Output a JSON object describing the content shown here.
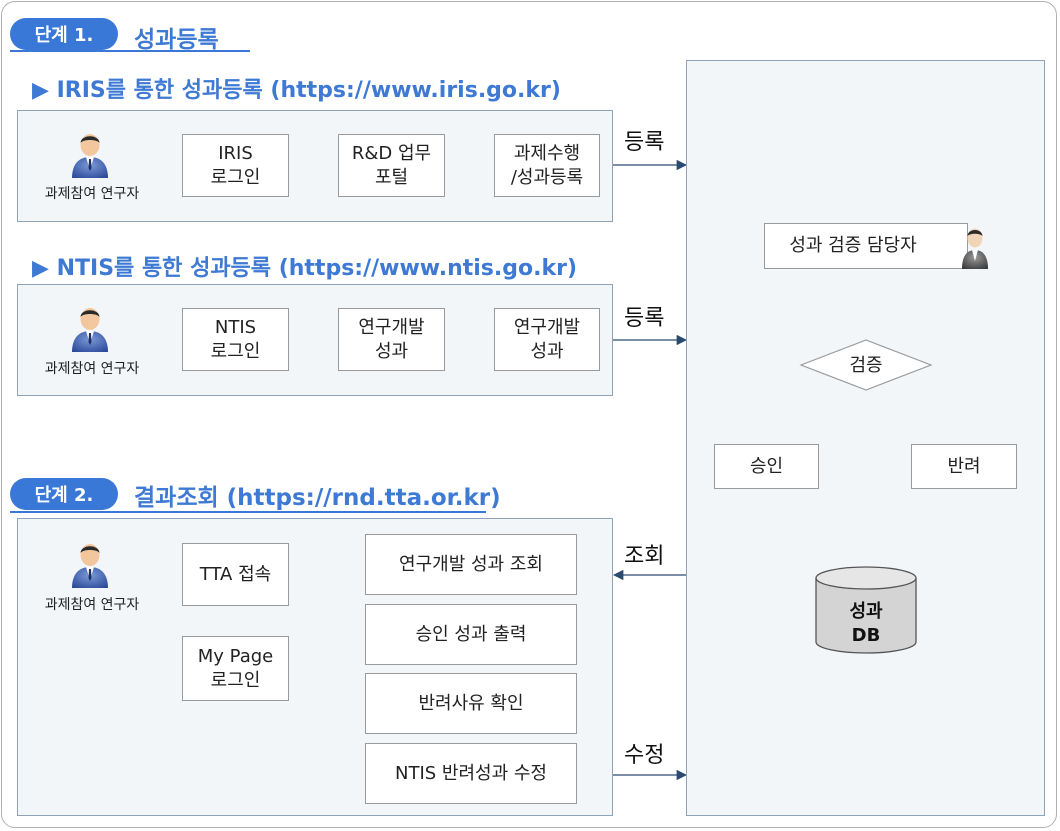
{
  "step1": {
    "badge": "단계 1.",
    "title": "성과등록"
  },
  "iris": {
    "heading": "IRIS를 통한 성과등록 (https://www.iris.go.kr)",
    "person_label": "과제참여 연구자",
    "box1": [
      "IRIS",
      "로그인"
    ],
    "box2": [
      "R&D 업무",
      "포털"
    ],
    "box3": [
      "과제수행",
      "/성과등록"
    ],
    "action": "등록"
  },
  "ntis": {
    "heading": "NTIS를 통한 성과등록 (https://www.ntis.go.kr)",
    "person_label": "과제참여 연구자",
    "box1": [
      "NTIS",
      "로그인"
    ],
    "box2": [
      "연구개발",
      "성과"
    ],
    "box3": [
      "연구개발",
      "성과"
    ],
    "action": "등록"
  },
  "step2": {
    "badge": "단계 2.",
    "title": "결과조회 (https://rnd.tta.or.kr)"
  },
  "lookup": {
    "person_label": "과제참여 연구자",
    "access": "TTA 접속",
    "login": [
      "My Page",
      "로그인"
    ],
    "options": [
      "연구개발 성과 조회",
      "승인 성과 출력",
      "반려사유 확인",
      "NTIS 반려성과 수정"
    ],
    "action_view": "조회",
    "action_edit": "수정"
  },
  "verify": {
    "manager": "성과 검증 담당자",
    "decision": "검증",
    "approve": "승인",
    "reject": "반려",
    "db": [
      "성과",
      "DB"
    ]
  },
  "colors": {
    "accent": "#3a78d8",
    "title_text": "#3e79d4",
    "connector": "#2b4a70",
    "db_fill": "#d4d4d4"
  }
}
